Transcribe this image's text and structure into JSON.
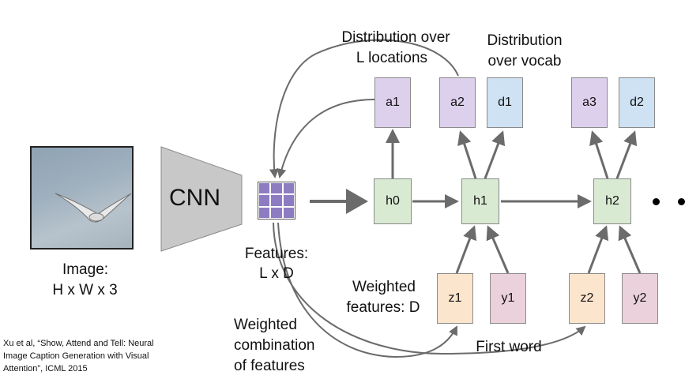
{
  "image_caption_line1": "Image:",
  "image_caption_line2": "H x W x 3",
  "cnn": "CNN",
  "features_line1": "Features:",
  "features_line2": "L x D",
  "dist_locations_line1": "Distribution over",
  "dist_locations_line2": "L locations",
  "dist_vocab_line1": "Distribution",
  "dist_vocab_line2": "over vocab",
  "weighted_features_line1": "Weighted",
  "weighted_features_line2": "features: D",
  "weighted_combo_line1": "Weighted",
  "weighted_combo_line2": "combination",
  "weighted_combo_line3": "of features",
  "first_word": "First word",
  "citation_line1": "Xu et al, “Show, Attend and Tell: Neural",
  "citation_line2": "Image Caption Generation with Visual",
  "citation_line3": "Attention”, ICML 2015",
  "nodes": {
    "a1": "a1",
    "a2": "a2",
    "a3": "a3",
    "d1": "d1",
    "d2": "d2",
    "h0": "h0",
    "h1": "h1",
    "h2": "h2",
    "z1": "z1",
    "z2": "z2",
    "y1": "y1",
    "y2": "y2"
  },
  "colors": {
    "attention": "#dcd0ec",
    "vocab": "#cfe2f3",
    "hidden": "#d9ead3",
    "weighted": "#fce5cd",
    "word": "#ead1dc",
    "features": "#8e7cc3",
    "cnn": "#c8c8c8",
    "arrow": "#6b6b6b"
  }
}
